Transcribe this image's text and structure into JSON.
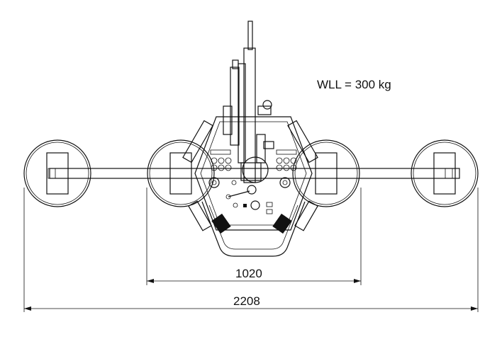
{
  "wll_label": "WLL = 300 kg",
  "dimensions": {
    "inner": "1020",
    "outer": "2208"
  }
}
